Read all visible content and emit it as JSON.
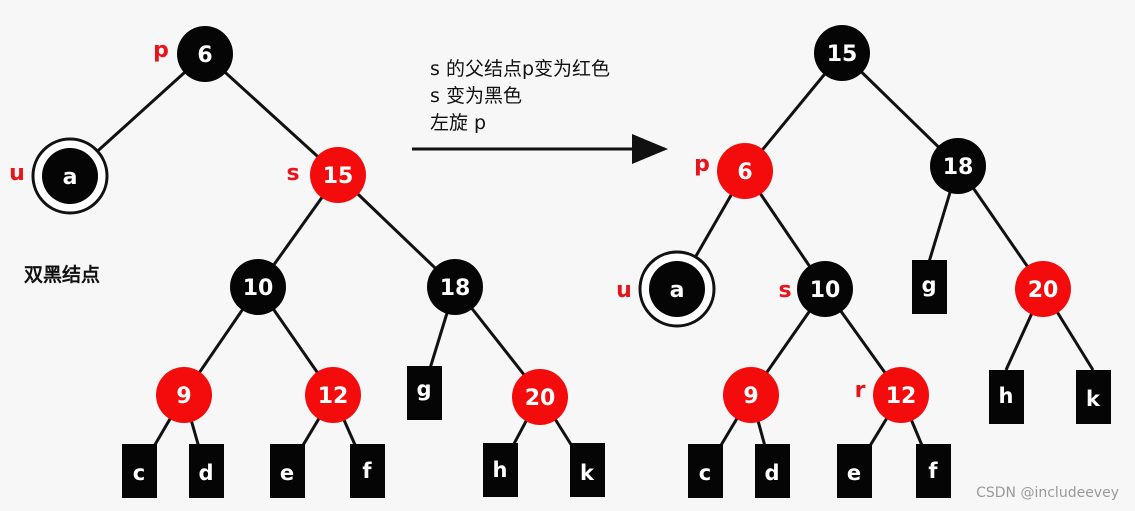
{
  "colors": {
    "red": "#f40c0c",
    "black": "#050505",
    "edge": "#111111",
    "role": "#e8141b"
  },
  "left_tree": {
    "caption": "双黑结点",
    "nodes": {
      "p": {
        "label": "6",
        "color": "black",
        "role": "p"
      },
      "u": {
        "label": "a",
        "color": "black",
        "role": "u",
        "double_black": true
      },
      "s": {
        "label": "15",
        "color": "red",
        "role": "s"
      },
      "n10": {
        "label": "10",
        "color": "black"
      },
      "n18": {
        "label": "18",
        "color": "black"
      },
      "n9": {
        "label": "9",
        "color": "red"
      },
      "n12": {
        "label": "12",
        "color": "red"
      },
      "n20": {
        "label": "20",
        "color": "red"
      }
    },
    "leaves": {
      "c": "c",
      "d": "d",
      "e": "e",
      "f": "f",
      "g": "g",
      "h": "h",
      "k": "k"
    }
  },
  "transform": {
    "steps": [
      "s 的父结点p变为红色",
      "s 变为黑色",
      "左旋 p"
    ]
  },
  "right_tree": {
    "nodes": {
      "root": {
        "label": "15",
        "color": "black"
      },
      "p": {
        "label": "6",
        "color": "red",
        "role": "p"
      },
      "n18": {
        "label": "18",
        "color": "black"
      },
      "u": {
        "label": "a",
        "color": "black",
        "role": "u",
        "double_black": true
      },
      "s": {
        "label": "10",
        "color": "black",
        "role": "s"
      },
      "n20": {
        "label": "20",
        "color": "red"
      },
      "n9": {
        "label": "9",
        "color": "red"
      },
      "r": {
        "label": "12",
        "color": "red",
        "role": "r"
      }
    },
    "leaves": {
      "c": "c",
      "d": "d",
      "e": "e",
      "f": "f",
      "g": "g",
      "h": "h",
      "k": "k"
    }
  },
  "watermark": "CSDN @includeevey"
}
